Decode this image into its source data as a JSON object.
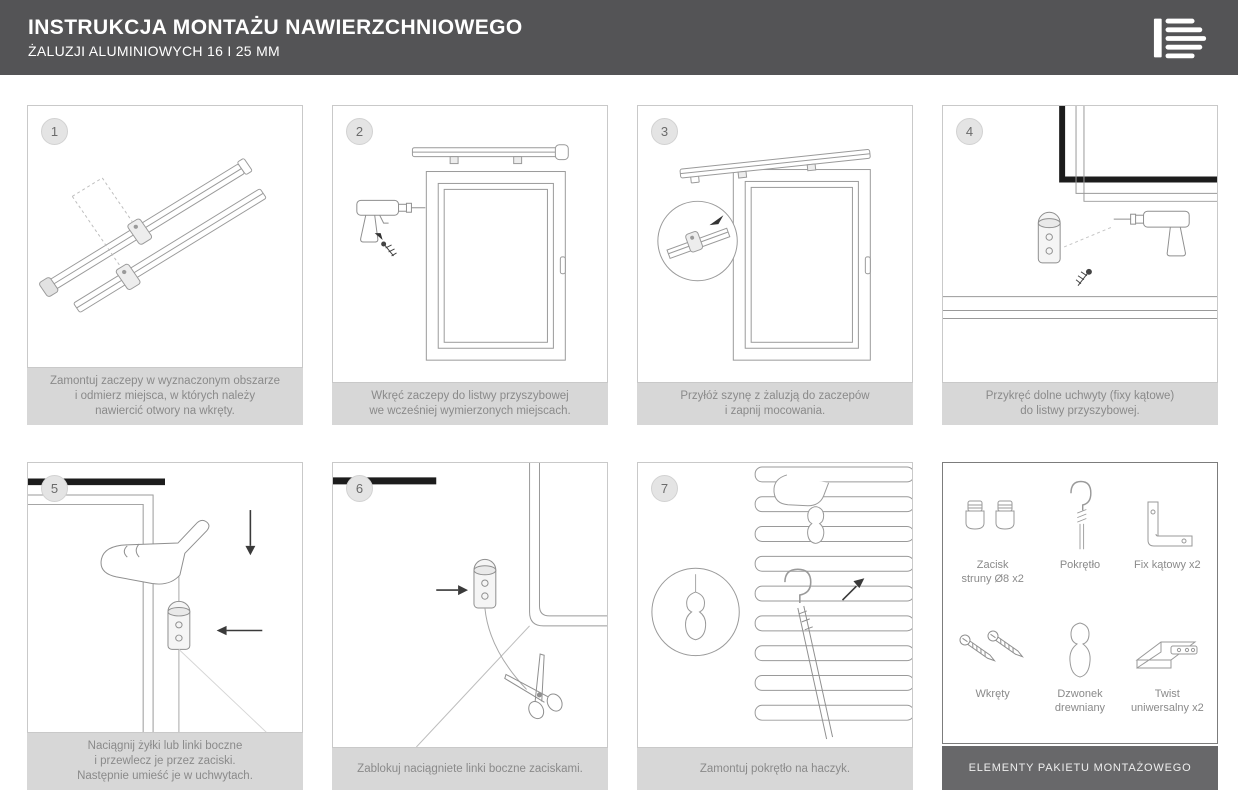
{
  "header": {
    "title": "INSTRUKCJA MONTAŻU NAWIERZCHNIOWEGO",
    "subtitle": "ŻALUZJI ALUMINIOWYCH 16 I 25 MM"
  },
  "colors": {
    "header_bg": "#545456",
    "caption_bg": "#d7d7d7",
    "caption_text": "#8a8a8a",
    "line_art": "#9a9a9a",
    "dark_accent": "#1c1c1c"
  },
  "steps": [
    {
      "number": "1",
      "caption": "Zamontuj zaczepy w wyznaczonym obszarze\ni odmierz miejsca, w których należy\nnawiercić otwory na wkręty."
    },
    {
      "number": "2",
      "caption": "Wkręć zaczepy do listwy przyszybowej\nwe wcześniej wymierzonych miejscach."
    },
    {
      "number": "3",
      "caption": "Przyłóż szynę z żaluzją do zaczepów\ni zapnij mocowania."
    },
    {
      "number": "4",
      "caption": "Przykręć dolne uchwyty (fixy kątowe)\ndo listwy przyszybowej."
    },
    {
      "number": "5",
      "caption": "Naciągnij żyłki lub linki boczne\ni przewlecz je przez zaciski.\nNastępnie umieść je w uchwytach."
    },
    {
      "number": "6",
      "caption": "Zablokuj naciągniete linki boczne zaciskami."
    },
    {
      "number": "7",
      "caption": "Zamontuj pokrętło na haczyk."
    }
  ],
  "parts": {
    "footer": "ELEMENTY PAKIETU MONTAŻOWEGO",
    "items": [
      {
        "label": "Zacisk\nstruny Ø8 x2",
        "icon": "string-clamp-icon"
      },
      {
        "label": "Pokrętło",
        "icon": "wand-hook-icon"
      },
      {
        "label": "Fix kątowy x2",
        "icon": "corner-bracket-icon"
      },
      {
        "label": "Wkręty",
        "icon": "screws-icon"
      },
      {
        "label": "Dzwonek\ndrewniany",
        "icon": "wooden-bell-icon"
      },
      {
        "label": "Twist\nuniwersalny x2",
        "icon": "universal-twist-icon"
      }
    ]
  }
}
